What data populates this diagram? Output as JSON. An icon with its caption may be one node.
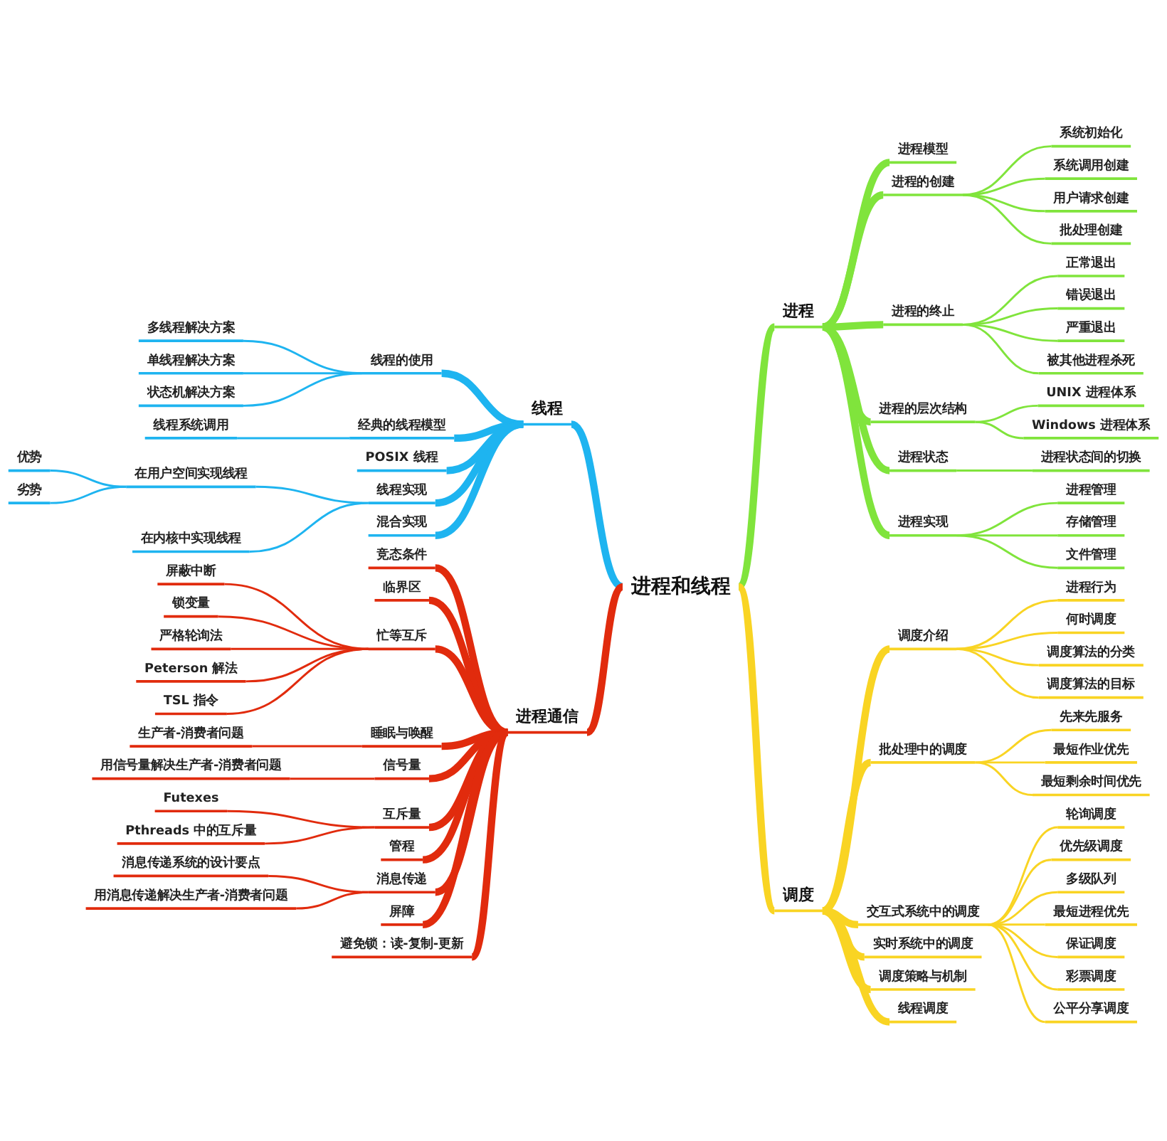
{
  "diagram": {
    "nodes": [
      {
        "text": [
          "进程和线程"
        ]
      },
      {
        "text": [
          "进程"
        ]
      },
      {
        "text": [
          "进程模型"
        ]
      },
      {
        "text": [
          "进程的创建"
        ]
      },
      {
        "text": [
          "系统初始化"
        ]
      },
      {
        "text": [
          "系统调用创建"
        ]
      },
      {
        "text": [
          "用户请求创建"
        ]
      },
      {
        "text": [
          "批处理创建"
        ]
      },
      {
        "text": [
          "进程的终止"
        ]
      },
      {
        "text": [
          "正常退出"
        ]
      },
      {
        "text": [
          "错误退出"
        ]
      },
      {
        "text": [
          "严重退出"
        ]
      },
      {
        "text": [
          "被其他进程杀死"
        ]
      },
      {
        "text": [
          "进程的层次结构"
        ]
      },
      {
        "text": [
          "UNIX 进程体系"
        ]
      },
      {
        "text": [
          "Windows 进程体系"
        ]
      },
      {
        "text": [
          "进程状态"
        ]
      },
      {
        "text": [
          "进程状态间的切换"
        ]
      },
      {
        "text": [
          "进程实现"
        ]
      },
      {
        "text": [
          "进程管理"
        ]
      },
      {
        "text": [
          "存储管理"
        ]
      },
      {
        "text": [
          "文件管理"
        ]
      },
      {
        "text": [
          "调度"
        ]
      },
      {
        "text": [
          "调度介绍"
        ]
      },
      {
        "text": [
          "进程行为"
        ]
      },
      {
        "text": [
          "何时调度"
        ]
      },
      {
        "text": [
          "调度算法的分类"
        ]
      },
      {
        "text": [
          "调度算法的目标"
        ]
      },
      {
        "text": [
          "批处理中的调度"
        ]
      },
      {
        "text": [
          "先来先服务"
        ]
      },
      {
        "text": [
          "最短作业优先"
        ]
      },
      {
        "text": [
          "最短剩余时间优先"
        ]
      },
      {
        "text": [
          "交互式系统中的调度"
        ]
      },
      {
        "text": [
          "轮询调度"
        ]
      },
      {
        "text": [
          "优先级调度"
        ]
      },
      {
        "text": [
          "多级队列"
        ]
      },
      {
        "text": [
          "最短进程优先"
        ]
      },
      {
        "text": [
          "保证调度"
        ]
      },
      {
        "text": [
          "彩票调度"
        ]
      },
      {
        "text": [
          "公平分享调度"
        ]
      },
      {
        "text": [
          "实时系统中的调度"
        ]
      },
      {
        "text": [
          "调度策略与机制"
        ]
      },
      {
        "text": [
          "线程调度"
        ]
      },
      {
        "text": [
          "线程"
        ]
      },
      {
        "text": [
          "线程的使用"
        ]
      },
      {
        "text": [
          "多线程解决方案"
        ]
      },
      {
        "text": [
          "单线程解决方案"
        ]
      },
      {
        "text": [
          "状态机解决方案"
        ]
      },
      {
        "text": [
          "经典的线程模型"
        ]
      },
      {
        "text": [
          "线程系统调用"
        ]
      },
      {
        "text": [
          "POSIX 线程"
        ]
      },
      {
        "text": [
          "线程实现"
        ]
      },
      {
        "text": [
          "在用户空间实现线程"
        ]
      },
      {
        "text": [
          "优势"
        ]
      },
      {
        "text": [
          "劣势"
        ]
      },
      {
        "text": [
          "在内核中实现线程"
        ]
      },
      {
        "text": [
          "混合实现"
        ]
      },
      {
        "text": [
          "进程通信"
        ]
      },
      {
        "text": [
          "竞态条件"
        ]
      },
      {
        "text": [
          "临界区"
        ]
      },
      {
        "text": [
          "忙等互斥"
        ]
      },
      {
        "text": [
          "屏蔽中断"
        ]
      },
      {
        "text": [
          "锁变量"
        ]
      },
      {
        "text": [
          "严格轮询法"
        ]
      },
      {
        "text": [
          "Peterson 解法"
        ]
      },
      {
        "text": [
          "TSL 指令"
        ]
      },
      {
        "text": [
          "睡眠与唤醒"
        ]
      },
      {
        "text": [
          "生产者-消费者问题"
        ]
      },
      {
        "text": [
          "信号量"
        ]
      },
      {
        "text": [
          "用信号量解决生产者-消费者问题"
        ]
      },
      {
        "text": [
          "互斥量"
        ]
      },
      {
        "text": [
          "Futexes"
        ]
      },
      {
        "text": [
          "Pthreads 中的互斥量"
        ]
      },
      {
        "text": [
          "管程"
        ]
      },
      {
        "text": [
          "消息传递"
        ]
      },
      {
        "text": [
          "消息传递系统的设计要点"
        ]
      },
      {
        "text": [
          "用消息传递解决生产者-消费者问题"
        ]
      },
      {
        "text": [
          "屏障"
        ]
      },
      {
        "text": [
          "避免锁：读-复制-更新"
        ]
      }
    ],
    "edges": [
      {
        "from": 0,
        "to": 1,
        "arrow": "none",
        "style": "thick",
        "color": "#80e43c"
      },
      {
        "from": 1,
        "to": 2,
        "arrow": "none",
        "style": "thick",
        "color": "#80e43c"
      },
      {
        "from": 1,
        "to": 3,
        "arrow": "none",
        "style": "thick",
        "color": "#80e43c"
      },
      {
        "from": 3,
        "to": 4,
        "arrow": "none",
        "color": "#80e43c"
      },
      {
        "from": 3,
        "to": 5,
        "arrow": "none",
        "color": "#80e43c"
      },
      {
        "from": 3,
        "to": 6,
        "arrow": "none",
        "color": "#80e43c"
      },
      {
        "from": 3,
        "to": 7,
        "arrow": "none",
        "color": "#80e43c"
      },
      {
        "from": 1,
        "to": 8,
        "arrow": "none",
        "style": "thick",
        "color": "#80e43c"
      },
      {
        "from": 8,
        "to": 9,
        "arrow": "none",
        "color": "#80e43c"
      },
      {
        "from": 8,
        "to": 10,
        "arrow": "none",
        "color": "#80e43c"
      },
      {
        "from": 8,
        "to": 11,
        "arrow": "none",
        "color": "#80e43c"
      },
      {
        "from": 8,
        "to": 12,
        "arrow": "none",
        "color": "#80e43c"
      },
      {
        "from": 1,
        "to": 13,
        "arrow": "none",
        "style": "thick",
        "color": "#80e43c"
      },
      {
        "from": 13,
        "to": 14,
        "arrow": "none",
        "color": "#80e43c"
      },
      {
        "from": 13,
        "to": 15,
        "arrow": "none",
        "color": "#80e43c"
      },
      {
        "from": 1,
        "to": 16,
        "arrow": "none",
        "style": "thick",
        "color": "#80e43c"
      },
      {
        "from": 16,
        "to": 17,
        "arrow": "none",
        "color": "#80e43c"
      },
      {
        "from": 1,
        "to": 18,
        "arrow": "none",
        "style": "thick",
        "color": "#80e43c"
      },
      {
        "from": 18,
        "to": 19,
        "arrow": "none",
        "color": "#80e43c"
      },
      {
        "from": 18,
        "to": 20,
        "arrow": "none",
        "color": "#80e43c"
      },
      {
        "from": 18,
        "to": 21,
        "arrow": "none",
        "color": "#80e43c"
      },
      {
        "from": 0,
        "to": 22,
        "arrow": "none",
        "style": "thick",
        "color": "#f9d423"
      },
      {
        "from": 22,
        "to": 23,
        "arrow": "none",
        "style": "thick",
        "color": "#f9d423"
      },
      {
        "from": 23,
        "to": 24,
        "arrow": "none",
        "color": "#f9d423"
      },
      {
        "from": 23,
        "to": 25,
        "arrow": "none",
        "color": "#f9d423"
      },
      {
        "from": 23,
        "to": 26,
        "arrow": "none",
        "color": "#f9d423"
      },
      {
        "from": 23,
        "to": 27,
        "arrow": "none",
        "color": "#f9d423"
      },
      {
        "from": 22,
        "to": 28,
        "arrow": "none",
        "style": "thick",
        "color": "#f9d423"
      },
      {
        "from": 28,
        "to": 29,
        "arrow": "none",
        "color": "#f9d423"
      },
      {
        "from": 28,
        "to": 30,
        "arrow": "none",
        "color": "#f9d423"
      },
      {
        "from": 28,
        "to": 31,
        "arrow": "none",
        "color": "#f9d423"
      },
      {
        "from": 22,
        "to": 32,
        "arrow": "none",
        "style": "thick",
        "color": "#f9d423"
      },
      {
        "from": 32,
        "to": 33,
        "arrow": "none",
        "color": "#f9d423"
      },
      {
        "from": 32,
        "to": 34,
        "arrow": "none",
        "color": "#f9d423"
      },
      {
        "from": 32,
        "to": 35,
        "arrow": "none",
        "color": "#f9d423"
      },
      {
        "from": 32,
        "to": 36,
        "arrow": "none",
        "color": "#f9d423"
      },
      {
        "from": 32,
        "to": 37,
        "arrow": "none",
        "color": "#f9d423"
      },
      {
        "from": 32,
        "to": 38,
        "arrow": "none",
        "color": "#f9d423"
      },
      {
        "from": 32,
        "to": 39,
        "arrow": "none",
        "color": "#f9d423"
      },
      {
        "from": 22,
        "to": 40,
        "arrow": "none",
        "style": "thick",
        "color": "#f9d423"
      },
      {
        "from": 22,
        "to": 41,
        "arrow": "none",
        "style": "thick",
        "color": "#f9d423"
      },
      {
        "from": 22,
        "to": 42,
        "arrow": "none",
        "style": "thick",
        "color": "#f9d423"
      },
      {
        "from": 43,
        "to": 0,
        "arrow": "none",
        "style": "thick",
        "color": "#1eb4f0"
      },
      {
        "from": 44,
        "to": 43,
        "arrow": "none",
        "style": "thick",
        "color": "#1eb4f0"
      },
      {
        "from": 45,
        "to": 44,
        "arrow": "none",
        "color": "#1eb4f0"
      },
      {
        "from": 46,
        "to": 44,
        "arrow": "none",
        "color": "#1eb4f0"
      },
      {
        "from": 47,
        "to": 44,
        "arrow": "none",
        "color": "#1eb4f0"
      },
      {
        "from": 48,
        "to": 43,
        "arrow": "none",
        "style": "thick",
        "color": "#1eb4f0"
      },
      {
        "from": 49,
        "to": 48,
        "arrow": "none",
        "color": "#1eb4f0"
      },
      {
        "from": 50,
        "to": 43,
        "arrow": "none",
        "style": "thick",
        "color": "#1eb4f0"
      },
      {
        "from": 51,
        "to": 43,
        "arrow": "none",
        "style": "thick",
        "color": "#1eb4f0"
      },
      {
        "from": 52,
        "to": 51,
        "arrow": "none",
        "color": "#1eb4f0"
      },
      {
        "from": 53,
        "to": 52,
        "arrow": "none",
        "color": "#1eb4f0"
      },
      {
        "from": 54,
        "to": 52,
        "arrow": "none",
        "color": "#1eb4f0"
      },
      {
        "from": 55,
        "to": 51,
        "arrow": "none",
        "color": "#1eb4f0"
      },
      {
        "from": 56,
        "to": 43,
        "arrow": "none",
        "style": "thick",
        "color": "#1eb4f0"
      },
      {
        "from": 57,
        "to": 0,
        "arrow": "none",
        "style": "thick",
        "color": "#e12b0d"
      },
      {
        "from": 58,
        "to": 57,
        "arrow": "none",
        "style": "thick",
        "color": "#e12b0d"
      },
      {
        "from": 59,
        "to": 57,
        "arrow": "none",
        "style": "thick",
        "color": "#e12b0d"
      },
      {
        "from": 60,
        "to": 57,
        "arrow": "none",
        "style": "thick",
        "color": "#e12b0d"
      },
      {
        "from": 61,
        "to": 60,
        "arrow": "none",
        "color": "#e12b0d"
      },
      {
        "from": 62,
        "to": 60,
        "arrow": "none",
        "color": "#e12b0d"
      },
      {
        "from": 63,
        "to": 60,
        "arrow": "none",
        "color": "#e12b0d"
      },
      {
        "from": 64,
        "to": 60,
        "arrow": "none",
        "color": "#e12b0d"
      },
      {
        "from": 65,
        "to": 60,
        "arrow": "none",
        "color": "#e12b0d"
      },
      {
        "from": 66,
        "to": 57,
        "arrow": "none",
        "style": "thick",
        "color": "#e12b0d"
      },
      {
        "from": 67,
        "to": 66,
        "arrow": "none",
        "color": "#e12b0d"
      },
      {
        "from": 68,
        "to": 57,
        "arrow": "none",
        "style": "thick",
        "color": "#e12b0d"
      },
      {
        "from": 69,
        "to": 68,
        "arrow": "none",
        "color": "#e12b0d"
      },
      {
        "from": 70,
        "to": 57,
        "arrow": "none",
        "style": "thick",
        "color": "#e12b0d"
      },
      {
        "from": 71,
        "to": 70,
        "arrow": "none",
        "color": "#e12b0d"
      },
      {
        "from": 72,
        "to": 70,
        "arrow": "none",
        "color": "#e12b0d"
      },
      {
        "from": 73,
        "to": 57,
        "arrow": "none",
        "style": "thick",
        "color": "#e12b0d"
      },
      {
        "from": 74,
        "to": 57,
        "arrow": "none",
        "style": "thick",
        "color": "#e12b0d"
      },
      {
        "from": 75,
        "to": 74,
        "arrow": "none",
        "color": "#e12b0d"
      },
      {
        "from": 76,
        "to": 74,
        "arrow": "none",
        "color": "#e12b0d"
      },
      {
        "from": 77,
        "to": 57,
        "arrow": "none",
        "style": "thick",
        "color": "#e12b0d"
      },
      {
        "from": 78,
        "to": 57,
        "arrow": "none",
        "style": "thick",
        "color": "#e12b0d"
      }
    ]
  }
}
